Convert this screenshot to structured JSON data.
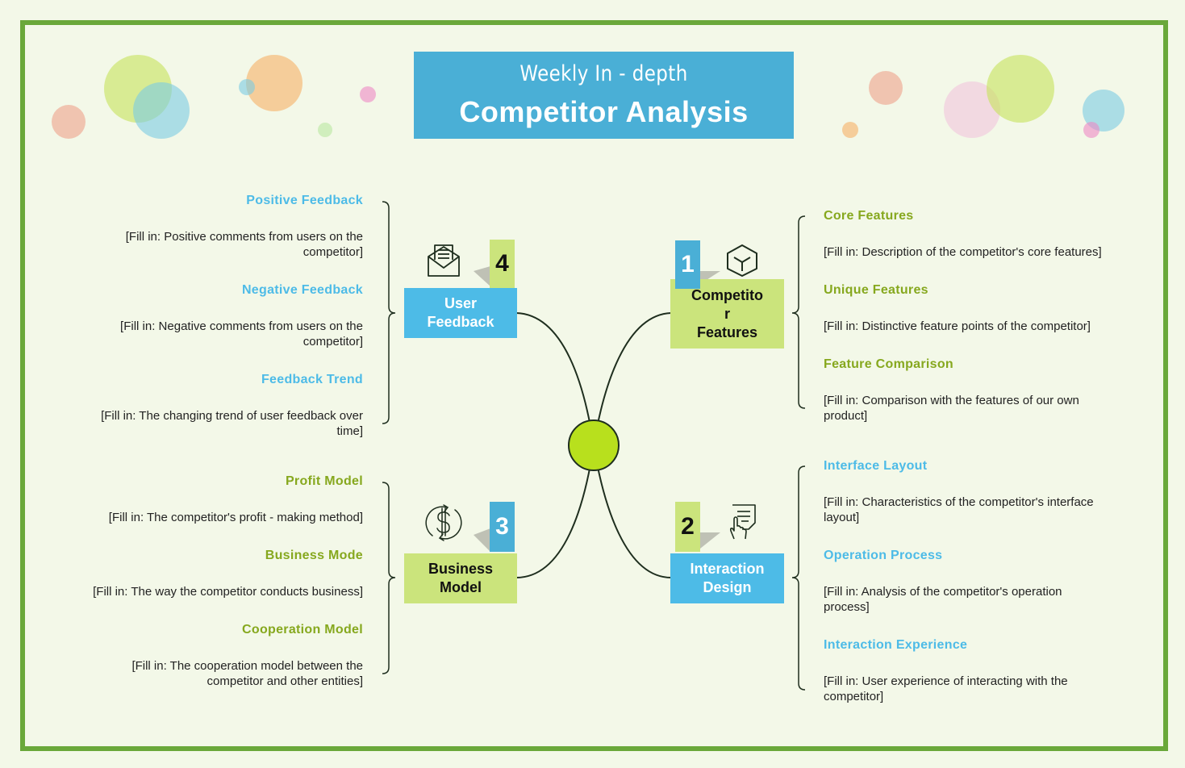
{
  "title": {
    "subtitle": "Weekly In - depth",
    "main": "Competitor Analysis"
  },
  "colors": {
    "frame": "#6aa83a",
    "blue": "#4dbbe7",
    "green": "#cbe47c",
    "center": "#b8e01d",
    "blue_text": "#4dbbe7",
    "green_text": "#86a81e"
  },
  "center_node": {
    "color": "#b8e01d"
  },
  "branches": [
    {
      "id": "competitor-features",
      "number": "1",
      "label": "Competito\nr\nFeatures",
      "color": "green",
      "icon": "cube-icon",
      "items": [
        {
          "heading": "Core Features",
          "text": "[Fill in: Description of the competitor's core features]"
        },
        {
          "heading": "Unique Features",
          "text": "[Fill in: Distinctive feature points of the competitor]"
        },
        {
          "heading": "Feature Comparison",
          "text": "[Fill in: Comparison with the features of our own product]"
        }
      ]
    },
    {
      "id": "interaction-design",
      "number": "2",
      "label": "Interaction Design",
      "color": "blue",
      "icon": "touch-document-icon",
      "items": [
        {
          "heading": "Interface Layout",
          "text": "[Fill in: Characteristics of the competitor's interface layout]"
        },
        {
          "heading": "Operation Process",
          "text": "[Fill in: Analysis of the competitor's operation process]"
        },
        {
          "heading": "Interaction Experience",
          "text": "[Fill in: User experience of interacting with the competitor]"
        }
      ]
    },
    {
      "id": "business-model",
      "number": "3",
      "label": "Business Model",
      "color": "green",
      "icon": "dollar-cycle-icon",
      "items": [
        {
          "heading": "Profit Model",
          "text": "[Fill in: The competitor's profit - making method]"
        },
        {
          "heading": "Business Mode",
          "text": "[Fill in: The way the competitor conducts business]"
        },
        {
          "heading": "Cooperation Model",
          "text": "[Fill in: The cooperation model between the competitor and other entities]"
        }
      ]
    },
    {
      "id": "user-feedback",
      "number": "4",
      "label": "User Feedback",
      "color": "blue",
      "icon": "envelope-icon",
      "items": [
        {
          "heading": "Positive Feedback",
          "text": "[Fill in: Positive comments from users on the competitor]"
        },
        {
          "heading": "Negative Feedback",
          "text": "[Fill in: Negative comments from users on the competitor]"
        },
        {
          "heading": "Feedback Trend",
          "text": "[Fill in: The changing trend of user feedback over time]"
        }
      ]
    }
  ]
}
